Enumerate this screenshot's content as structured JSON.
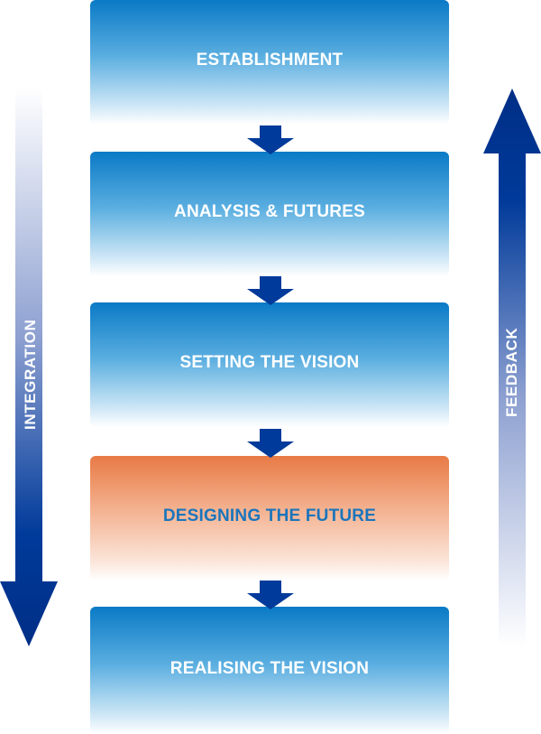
{
  "stages": [
    {
      "label": "ESTABLISHMENT"
    },
    {
      "label": "ANALYSIS & FUTURES"
    },
    {
      "label": "SETTING THE VISION"
    },
    {
      "label": "DESIGNING THE FUTURE",
      "highlighted": true
    },
    {
      "label": "REALISING THE VISION"
    }
  ],
  "side_arrows": {
    "left": {
      "label": "INTEGRATION",
      "direction": "down"
    },
    "right": {
      "label": "FEEDBACK",
      "direction": "up"
    }
  },
  "colors": {
    "stage_blue": "#0a7ac6",
    "stage_highlight": "#e87a45",
    "highlight_text": "#1b75bc",
    "arrow_navy": "#003a9a"
  }
}
